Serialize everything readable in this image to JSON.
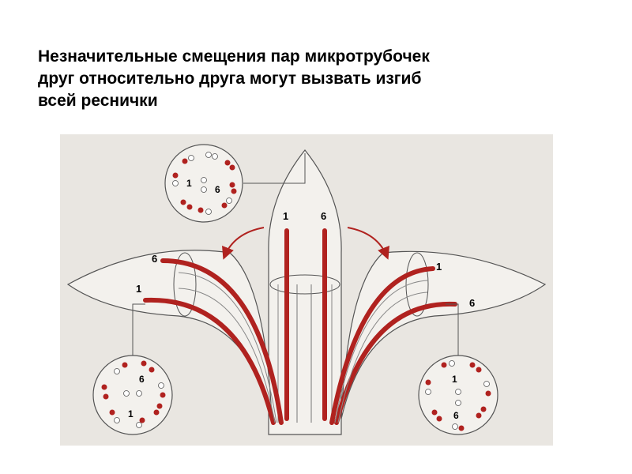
{
  "heading": {
    "lines": [
      "Незначительные смещения пар микротрубочек",
      "друг относительно друга могут вызвать изгиб",
      "всей реснички"
    ]
  },
  "figure": {
    "labels": {
      "top_circle_1": "1",
      "top_circle_6": "6",
      "center_1": "1",
      "center_6": "6",
      "left_6": "6",
      "left_1": "1",
      "right_1": "1",
      "right_6": "6",
      "bottom_left_circle_6": "6",
      "bottom_left_circle_1": "1",
      "bottom_right_circle_1": "1",
      "bottom_right_circle_6": "6"
    },
    "colors": {
      "background": "#e9e6e1",
      "microtubule": "#b0221f",
      "outline": "#555555"
    }
  }
}
